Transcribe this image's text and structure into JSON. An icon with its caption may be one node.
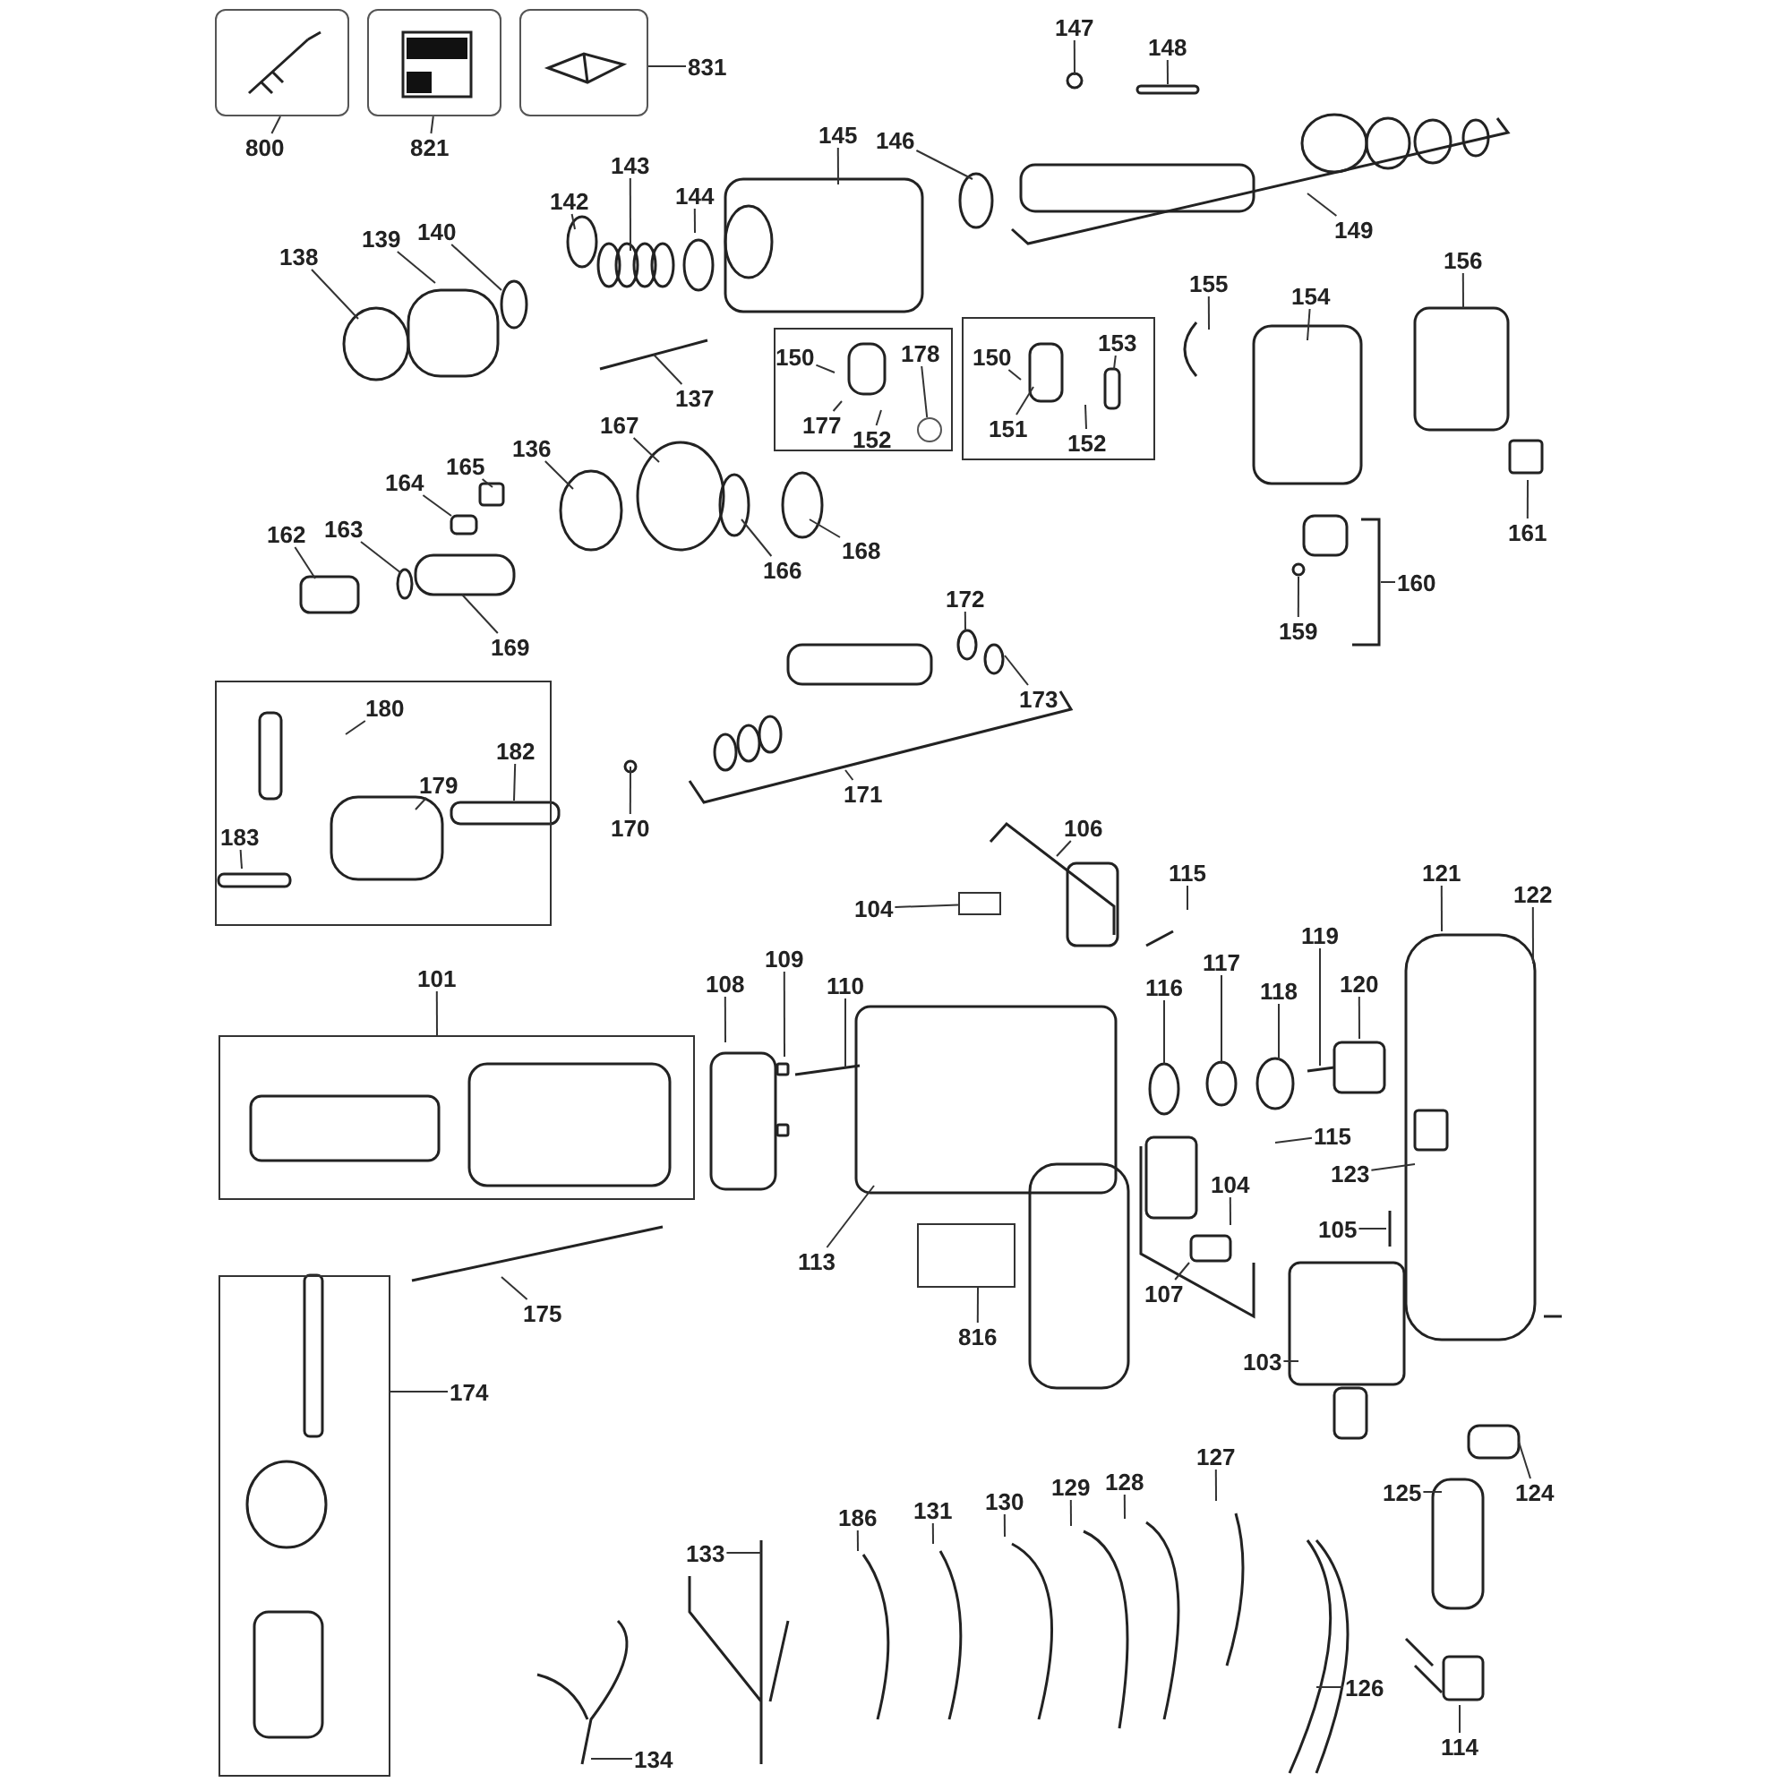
{
  "diagram": {
    "nodes": [
      {
        "text": [],
        "shape": "picture"
      },
      {
        "text": [],
        "shape": "picture"
      },
      {
        "text": [],
        "shape": "picture"
      },
      {
        "text": [
          "800"
        ]
      },
      {
        "text": [
          "821"
        ]
      },
      {
        "text": [
          "831"
        ]
      },
      {
        "text": [
          "147"
        ]
      },
      {
        "text": [
          "148"
        ]
      },
      {
        "text": [
          "145"
        ]
      },
      {
        "text": [
          "146"
        ]
      },
      {
        "text": [
          "149"
        ]
      },
      {
        "text": [
          "143"
        ]
      },
      {
        "text": [
          "142"
        ]
      },
      {
        "text": [
          "144"
        ]
      },
      {
        "text": [
          "138"
        ]
      },
      {
        "text": [
          "139"
        ]
      },
      {
        "text": [
          "140"
        ]
      },
      {
        "text": [
          "137"
        ]
      },
      {
        "text": [],
        "shape": "box"
      },
      {
        "text": [
          "150"
        ],
        "in": 18
      },
      {
        "text": [
          "177"
        ],
        "in": 18
      },
      {
        "text": [
          "152"
        ],
        "in": 18
      },
      {
        "text": [
          "178"
        ],
        "in": 18
      },
      {
        "text": [],
        "shape": "box"
      },
      {
        "text": [
          "150"
        ],
        "in": 23
      },
      {
        "text": [
          "153"
        ],
        "in": 23
      },
      {
        "text": [
          "151"
        ],
        "in": 23
      },
      {
        "text": [
          "152"
        ],
        "in": 23
      },
      {
        "text": [
          "155"
        ]
      },
      {
        "text": [
          "154"
        ]
      },
      {
        "text": [
          "156"
        ]
      },
      {
        "text": [
          "161"
        ]
      },
      {
        "text": [
          "160"
        ]
      },
      {
        "text": [
          "159"
        ]
      },
      {
        "text": [
          "136"
        ]
      },
      {
        "text": [
          "167"
        ]
      },
      {
        "text": [
          "165"
        ]
      },
      {
        "text": [
          "164"
        ]
      },
      {
        "text": [
          "162"
        ]
      },
      {
        "text": [
          "163"
        ]
      },
      {
        "text": [
          "169"
        ]
      },
      {
        "text": [
          "166"
        ]
      },
      {
        "text": [
          "168"
        ]
      },
      {
        "text": [
          "172"
        ]
      },
      {
        "text": [
          "173"
        ]
      },
      {
        "text": [
          "171"
        ]
      },
      {
        "text": [
          "170"
        ]
      },
      {
        "text": [],
        "shape": "box"
      },
      {
        "text": [
          "180"
        ],
        "in": 47
      },
      {
        "text": [
          "182"
        ],
        "in": 47
      },
      {
        "text": [
          "179"
        ],
        "in": 47
      },
      {
        "text": [
          "183"
        ],
        "in": 47
      },
      {
        "text": [
          "106"
        ]
      },
      {
        "text": [
          "104"
        ]
      },
      {
        "text": [
          "115"
        ]
      },
      {
        "text": [
          "121"
        ]
      },
      {
        "text": [
          "122"
        ]
      },
      {
        "text": [
          "101"
        ]
      },
      {
        "text": [],
        "shape": "box"
      },
      {
        "text": [
          "108"
        ]
      },
      {
        "text": [
          "109"
        ]
      },
      {
        "text": [
          "110"
        ]
      },
      {
        "text": [
          "116"
        ]
      },
      {
        "text": [
          "117"
        ]
      },
      {
        "text": [
          "118"
        ]
      },
      {
        "text": [
          "119"
        ]
      },
      {
        "text": [
          "120"
        ]
      },
      {
        "text": [
          "115"
        ]
      },
      {
        "text": [
          "123"
        ]
      },
      {
        "text": [
          "104"
        ]
      },
      {
        "text": [
          "105"
        ]
      },
      {
        "text": [
          "113"
        ]
      },
      {
        "text": [
          "107"
        ]
      },
      {
        "text": [
          "816"
        ]
      },
      {
        "text": [],
        "shape": "box"
      },
      {
        "text": [
          "175"
        ]
      },
      {
        "text": [],
        "shape": "box"
      },
      {
        "text": [
          "174"
        ]
      },
      {
        "text": [
          "103"
        ]
      },
      {
        "text": [
          "125"
        ]
      },
      {
        "text": [
          "124"
        ]
      },
      {
        "text": [
          "127"
        ]
      },
      {
        "text": [
          "128"
        ]
      },
      {
        "text": [
          "129"
        ]
      },
      {
        "text": [
          "130"
        ]
      },
      {
        "text": [
          "131"
        ]
      },
      {
        "text": [
          "186"
        ]
      },
      {
        "text": [
          "133"
        ]
      },
      {
        "text": [
          "134"
        ]
      },
      {
        "text": [
          "126"
        ]
      },
      {
        "text": [
          "114"
        ]
      },
      {
        "text": [],
        "shape": "circle",
        "in": 18
      },
      {
        "text": [],
        "shape": "box"
      }
    ],
    "edges": [
      {
        "from": 3,
        "to": 0,
        "arrow": "none"
      },
      {
        "from": 4,
        "to": 1,
        "arrow": "none"
      },
      {
        "from": 5,
        "to": 2,
        "arrow": "none"
      },
      {
        "from": 6,
        "to": null,
        "arrow": "none"
      },
      {
        "from": 7,
        "to": null,
        "arrow": "none"
      },
      {
        "from": 8,
        "to": null,
        "arrow": "none"
      },
      {
        "from": 9,
        "to": null,
        "arrow": "none"
      },
      {
        "from": 10,
        "to": null,
        "arrow": "none"
      },
      {
        "from": 11,
        "to": null,
        "arrow": "none"
      },
      {
        "from": 12,
        "to": null,
        "arrow": "none"
      },
      {
        "from": 13,
        "to": null,
        "arrow": "none"
      },
      {
        "from": 14,
        "to": null,
        "arrow": "none"
      },
      {
        "from": 15,
        "to": null,
        "arrow": "none"
      },
      {
        "from": 16,
        "to": null,
        "arrow": "none"
      },
      {
        "from": 17,
        "to": null,
        "arrow": "none"
      },
      {
        "from": 19,
        "to": null,
        "arrow": "none"
      },
      {
        "from": 20,
        "to": null,
        "arrow": "none"
      },
      {
        "from": 21,
        "to": null,
        "arrow": "none"
      },
      {
        "from": 22,
        "to": 91,
        "arrow": "none"
      },
      {
        "from": 24,
        "to": null,
        "arrow": "none"
      },
      {
        "from": 25,
        "to": null,
        "arrow": "none"
      },
      {
        "from": 26,
        "to": null,
        "arrow": "none"
      },
      {
        "from": 27,
        "to": null,
        "arrow": "none"
      },
      {
        "from": 28,
        "to": null,
        "arrow": "none"
      },
      {
        "from": 29,
        "to": null,
        "arrow": "none"
      },
      {
        "from": 30,
        "to": null,
        "arrow": "none"
      },
      {
        "from": 31,
        "to": null,
        "arrow": "none"
      },
      {
        "from": 32,
        "to": null,
        "arrow": "none"
      },
      {
        "from": 33,
        "to": null,
        "arrow": "none"
      },
      {
        "from": 34,
        "to": null,
        "arrow": "none"
      },
      {
        "from": 35,
        "to": null,
        "arrow": "none"
      },
      {
        "from": 36,
        "to": null,
        "arrow": "none"
      },
      {
        "from": 37,
        "to": null,
        "arrow": "none"
      },
      {
        "from": 38,
        "to": null,
        "arrow": "none"
      },
      {
        "from": 39,
        "to": null,
        "arrow": "none"
      },
      {
        "from": 40,
        "to": null,
        "arrow": "none"
      },
      {
        "from": 41,
        "to": null,
        "arrow": "none"
      },
      {
        "from": 42,
        "to": null,
        "arrow": "none"
      },
      {
        "from": 43,
        "to": null,
        "arrow": "none"
      },
      {
        "from": 44,
        "to": null,
        "arrow": "none"
      },
      {
        "from": 45,
        "to": null,
        "arrow": "none"
      },
      {
        "from": 46,
        "to": null,
        "arrow": "none"
      },
      {
        "from": 48,
        "to": null,
        "arrow": "none"
      },
      {
        "from": 49,
        "to": null,
        "arrow": "none"
      },
      {
        "from": 50,
        "to": null,
        "arrow": "none"
      },
      {
        "from": 51,
        "to": null,
        "arrow": "none"
      },
      {
        "from": 52,
        "to": null,
        "arrow": "none"
      },
      {
        "from": 53,
        "to": 92,
        "arrow": "none"
      },
      {
        "from": 54,
        "to": null,
        "arrow": "none"
      },
      {
        "from": 55,
        "to": null,
        "arrow": "none"
      },
      {
        "from": 56,
        "to": null,
        "arrow": "none"
      },
      {
        "from": 57,
        "to": 58,
        "arrow": "none"
      },
      {
        "from": 59,
        "to": null,
        "arrow": "none"
      },
      {
        "from": 60,
        "to": null,
        "arrow": "none"
      },
      {
        "from": 61,
        "to": null,
        "arrow": "none"
      },
      {
        "from": 62,
        "to": null,
        "arrow": "none"
      },
      {
        "from": 63,
        "to": null,
        "arrow": "none"
      },
      {
        "from": 64,
        "to": null,
        "arrow": "none"
      },
      {
        "from": 65,
        "to": null,
        "arrow": "none"
      },
      {
        "from": 66,
        "to": null,
        "arrow": "none"
      },
      {
        "from": 67,
        "to": null,
        "arrow": "none"
      },
      {
        "from": 68,
        "to": null,
        "arrow": "none"
      },
      {
        "from": 69,
        "to": null,
        "arrow": "none"
      },
      {
        "from": 70,
        "to": null,
        "arrow": "none"
      },
      {
        "from": 71,
        "to": null,
        "arrow": "none"
      },
      {
        "from": 72,
        "to": null,
        "arrow": "none"
      },
      {
        "from": 73,
        "to": 74,
        "arrow": "none"
      },
      {
        "from": 75,
        "to": null,
        "arrow": "none"
      },
      {
        "from": 77,
        "to": 76,
        "arrow": "none"
      },
      {
        "from": 78,
        "to": null,
        "arrow": "none"
      },
      {
        "from": 79,
        "to": null,
        "arrow": "none"
      },
      {
        "from": 80,
        "to": null,
        "arrow": "none"
      },
      {
        "from": 81,
        "to": null,
        "arrow": "none"
      },
      {
        "from": 82,
        "to": null,
        "arrow": "none"
      },
      {
        "from": 83,
        "to": null,
        "arrow": "none"
      },
      {
        "from": 84,
        "to": null,
        "arrow": "none"
      },
      {
        "from": 85,
        "to": null,
        "arrow": "none"
      },
      {
        "from": 86,
        "to": null,
        "arrow": "none"
      },
      {
        "from": 87,
        "to": null,
        "arrow": "none"
      },
      {
        "from": 88,
        "to": null,
        "arrow": "none"
      },
      {
        "from": 89,
        "to": null,
        "arrow": "none"
      },
      {
        "from": 90,
        "to": null,
        "arrow": "none"
      }
    ]
  }
}
